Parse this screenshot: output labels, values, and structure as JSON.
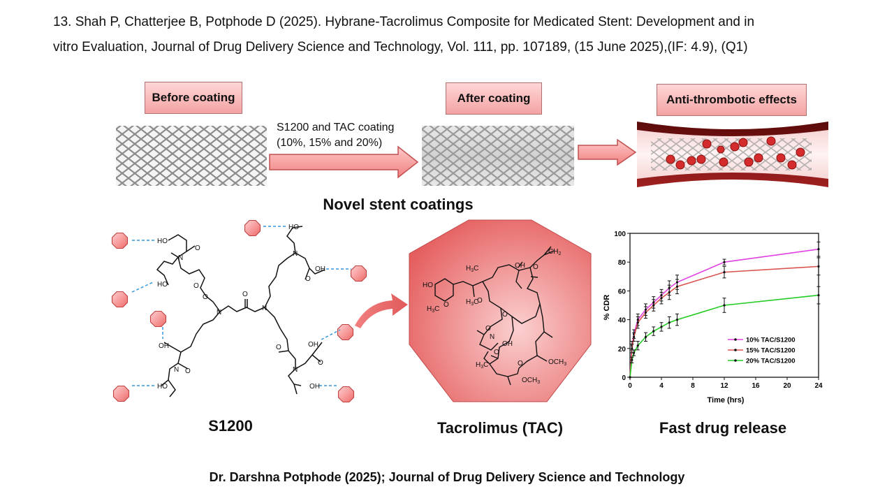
{
  "citation": {
    "line1": "13. Shah P, Chatterjee B, Potphode D (2025). Hybrane-Tacrolimus Composite for Medicated Stent: Development and in",
    "line2": "vitro Evaluation, Journal of Drug Delivery Science and Technology, Vol. 111, pp. 107189, (15 June 2025),(IF: 4.9), (Q1)"
  },
  "stages": {
    "before": "Before coating",
    "after": "After coating",
    "anti": "Anti-thrombotic effects"
  },
  "coating_step": {
    "line1": "S1200 and TAC coating",
    "line2": "(10%, 15% and 20%)"
  },
  "novel_title": "Novel stent coatings",
  "s1200": {
    "title": "S1200",
    "labels": [
      "HO",
      "HO",
      "HO",
      "OH",
      "HO",
      "OH",
      "OH",
      "N",
      "N",
      "N",
      "N",
      "N",
      "O",
      "O",
      "O",
      "O",
      "O",
      "O",
      "O",
      "O"
    ]
  },
  "tac": {
    "title": "Tacrolimus (TAC)",
    "labels": [
      "HO",
      "H3C",
      "O",
      "H3C",
      "OH",
      "O",
      "CH2",
      "H3C",
      "O",
      "H3C",
      "O",
      "O",
      "N",
      "O",
      "OH",
      "H3C",
      "O",
      "OCH3",
      "OCH3"
    ]
  },
  "release_title": "Fast drug release",
  "footer": "Dr. Darshna Potphode (2025); Journal of Drug Delivery Science and Technology",
  "colors": {
    "series1": "#e040e0",
    "series2": "#d9534f",
    "series3": "#22cc22",
    "accent": "#f08080"
  },
  "chart_data": {
    "type": "line",
    "xlabel": "Time (hrs)",
    "ylabel": "% CDR",
    "xlim": [
      0,
      24
    ],
    "ylim": [
      0,
      100
    ],
    "xticks": [
      0,
      4,
      8,
      12,
      16,
      20,
      24
    ],
    "yticks": [
      0,
      20,
      40,
      60,
      80,
      100
    ],
    "legend_position": "bottom-right",
    "series": [
      {
        "name": "10% TAC/S1200",
        "color": "#e040e0",
        "x": [
          0,
          0.25,
          0.5,
          1,
          2,
          3,
          4,
          5,
          6,
          12,
          24
        ],
        "y": [
          0,
          22,
          30,
          40,
          47,
          52,
          57,
          62,
          66,
          80,
          89
        ],
        "err": [
          0,
          3,
          3,
          4,
          4,
          4,
          4,
          5,
          5,
          2,
          5
        ]
      },
      {
        "name": "15% TAC/S1200",
        "color": "#d9534f",
        "x": [
          0,
          0.25,
          0.5,
          1,
          2,
          3,
          4,
          5,
          6,
          12,
          24
        ],
        "y": [
          0,
          20,
          28,
          38,
          45,
          50,
          55,
          59,
          63,
          73,
          77
        ],
        "err": [
          0,
          3,
          3,
          4,
          4,
          4,
          4,
          5,
          5,
          4,
          6
        ]
      },
      {
        "name": "20% TAC/S1200",
        "color": "#22cc22",
        "x": [
          0,
          0.25,
          0.5,
          1,
          2,
          3,
          4,
          5,
          6,
          12,
          24
        ],
        "y": [
          0,
          12,
          17,
          22,
          28,
          32,
          35,
          38,
          40,
          50,
          57
        ],
        "err": [
          0,
          2,
          2,
          3,
          3,
          3,
          3,
          4,
          4,
          5,
          6
        ]
      }
    ]
  }
}
